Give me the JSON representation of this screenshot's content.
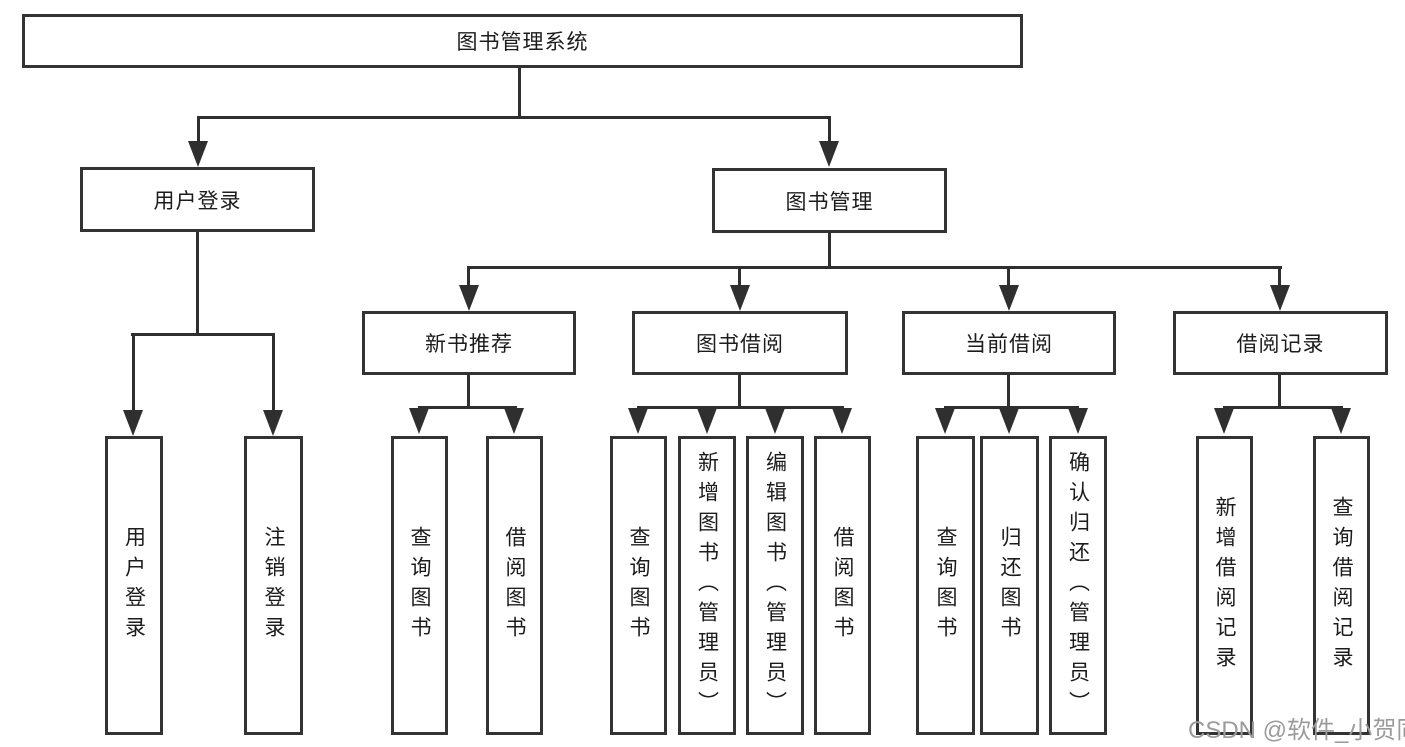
{
  "tree": {
    "label": "图书管理系统",
    "children": [
      {
        "label": "用户登录",
        "children": [
          {
            "label": "用户登录"
          },
          {
            "label": "注销登录"
          }
        ]
      },
      {
        "label": "图书管理",
        "children": [
          {
            "label": "新书推荐",
            "children": [
              {
                "label": "查询图书"
              },
              {
                "label": "借阅图书"
              }
            ]
          },
          {
            "label": "图书借阅",
            "children": [
              {
                "label": "查询图书"
              },
              {
                "label": "新增图书（管理员）"
              },
              {
                "label": "编辑图书（管理员）"
              },
              {
                "label": "借阅图书"
              }
            ]
          },
          {
            "label": "当前借阅",
            "children": [
              {
                "label": "查询图书"
              },
              {
                "label": "归还图书"
              },
              {
                "label": "确认归还（管理员）"
              }
            ]
          },
          {
            "label": "借阅记录",
            "children": [
              {
                "label": "新增借阅记录"
              },
              {
                "label": "查询借阅记录"
              }
            ]
          }
        ]
      }
    ]
  },
  "watermark": "CSDN @软件_小贺同学",
  "colors": {
    "line": "#2f2f2f",
    "border": "#333333",
    "text": "#1c1c1c",
    "watermark": "#9b9b9b",
    "background": "#ffffff"
  }
}
